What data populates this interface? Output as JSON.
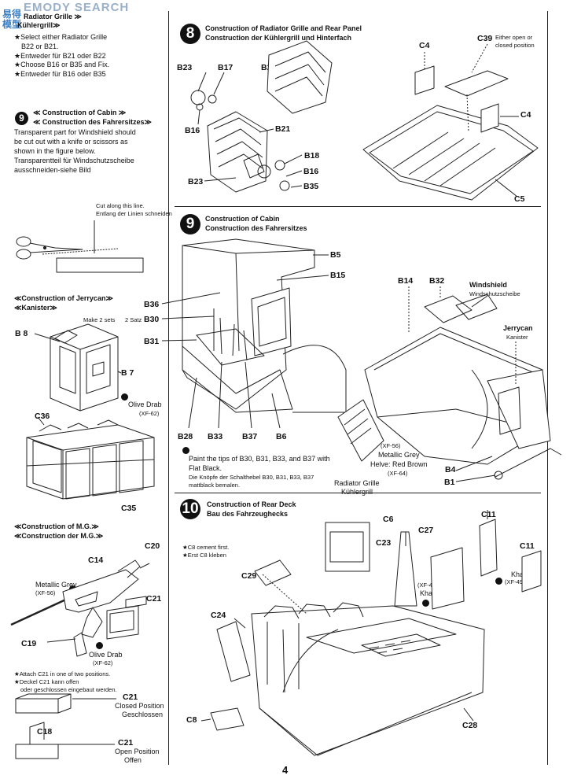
{
  "watermark": {
    "left": "EMODY SEARCH",
    "corner": "易得\n模型"
  },
  "page_number": "4",
  "left": {
    "grille": {
      "title_line1": "Radiator Grille ≫",
      "title_line2": "Kühlergrill≫",
      "l1": "★Select either Radiator Grille",
      "l2": "B22 or B21.",
      "l3": "★Entweder für B21 oder B22",
      "l4": "★Choose B16 or B35 and Fix.",
      "l5": "★Entweder für B16 oder B35"
    },
    "cabin": {
      "num": "9",
      "title_en": "≪ Construction of Cabin ≫",
      "title_de": "≪ Construction des Fahrersitzes≫",
      "p1": "Transparent part for Windshield should",
      "p2": "be cut out with a knife or scissors as",
      "p3": "shown in the figure below.",
      "p4": "Transparentteil für Windschutzscheibe",
      "p5": "ausschneiden-siehe Bild",
      "cut_en": "Cut along this line.",
      "cut_de": "Entlang der Linien schneiden"
    },
    "jerrycan": {
      "title_en": "≪Construction of Jerrycan≫",
      "title_de": "≪Kanister≫",
      "make": "Make 2 sets",
      "satz": "2 Satz",
      "b8": "B 8",
      "b7": "B 7",
      "olive": "Olive Drab",
      "olive_code": "(XF-62)",
      "c36": "C36",
      "c35": "C35"
    },
    "mg": {
      "title_en": "≪Construction of M.G.≫",
      "title_de": "≪Construction der M.G.≫",
      "c20": "C20",
      "c14": "C14",
      "metallic": "Metallic Grey",
      "metallic_code": "(XF-56)",
      "c21": "C21",
      "c19": "C19",
      "olive": "Olive Drab",
      "olive_code": "(XF-62)",
      "n1": "★Attach C21 in one of two positions.",
      "n2": "★Deckel C21 kann offen",
      "n3": "oder geschlossen eingebaut werden.",
      "closed_c21": "C21",
      "closed_en": "Closed Position",
      "closed_de": "Geschlossen",
      "c18": "C18",
      "open_c21": "C21",
      "open_en": "Open Position",
      "open_de": "Offen"
    }
  },
  "step8": {
    "num": "8",
    "title_en": "Construction of Radiator Grille and Rear Panel",
    "title_de": "Construction der Kühlergrill und Hinterfach",
    "b23a": "B23",
    "b17": "B17",
    "b22": "B22",
    "b16a": "B16",
    "b21": "B21",
    "b18": "B18",
    "b16b": "B16",
    "b23b": "B23",
    "b35": "B35",
    "c4a": "C4",
    "c39": "C39",
    "c39_note1": "Either open or",
    "c39_note2": "closed position",
    "c4b": "C4",
    "c5": "C5"
  },
  "step9": {
    "num": "9",
    "title_en": "Construction of Cabin",
    "title_de": "Construction des Fahrersitzes",
    "b5": "B5",
    "b15": "B15",
    "b36": "B36",
    "b30": "B30",
    "b31": "B31",
    "b28": "B28",
    "b33": "B33",
    "b37": "B37",
    "b6": "B6",
    "b14": "B14",
    "b32": "B32",
    "windshield": "Windshield",
    "windshield_de": "Windschutzscheibe",
    "jerrycan": "Jerrycan",
    "jerrycan_de": "Kanister",
    "paint1": "Paint the tips of B30, B31, B33, and B37 with",
    "paint2": "Flat Black.",
    "paint3": "Die Knöpfe der Schalthebel B30, B31, B33, B37",
    "paint4": "mattblack bemalen.",
    "grille_en": "Radiator Grille",
    "grille_de": "Kühlergrill",
    "xf56": "(XF-56)",
    "mgrey": "Metallic Grey",
    "helve": "Helve: Red Brown",
    "xf64": "(XF-64)",
    "b4": "B4",
    "b1": "B1"
  },
  "step10": {
    "num": "10",
    "title_en": "Construction of Rear Deck",
    "title_de": "Bau des Fahrzeughecks",
    "c6": "C6",
    "c8note1": "★C8 cement first.",
    "c8note2": "★Erst C8 kleben",
    "c23": "C23",
    "c27": "C27",
    "c11a": "C11",
    "c11b": "C11",
    "c29": "C29",
    "xf49": "(XF-49)",
    "khaki": "Khaki",
    "khaki2": "Khaki",
    "xf49b": "(XF-49)",
    "c24": "C24",
    "c8": "C8",
    "c28": "C28"
  }
}
